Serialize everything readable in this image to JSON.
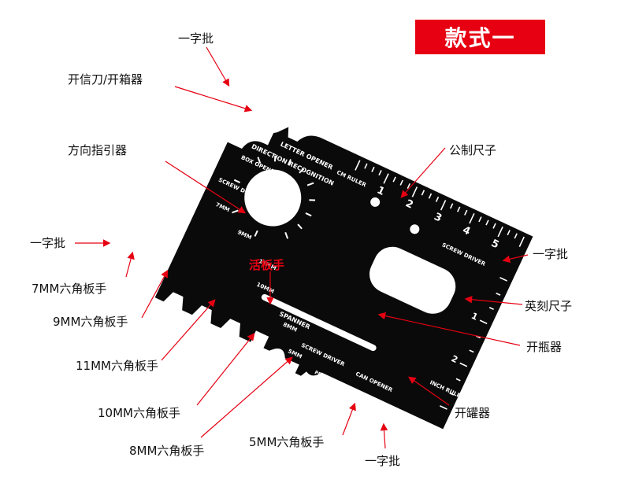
{
  "badge": "款式一",
  "colors": {
    "badge": "#e60012",
    "arrow": "#e60012",
    "tool": "#0a0a0a",
    "engraving": "#ffffff"
  },
  "callouts": {
    "screwdriver_top": "一字批",
    "letter_box_opener": "开信刀/开箱器",
    "direction": "方向指引器",
    "cm_ruler": "公制尺子",
    "screwdriver_left": "一字批",
    "screwdriver_right": "一字批",
    "spanner": "活板手",
    "inch_ruler": "英刻尺子",
    "wrench_7": "7MM六角板手",
    "wrench_9": "9MM六角板手",
    "bottle_opener": "开瓶器",
    "wrench_11": "11MM六角板手",
    "can_opener": "开罐器",
    "wrench_10": "10MM六角板手",
    "wrench_5": "5MM六角板手",
    "wrench_8": "8MM六角板手",
    "screwdriver_bottom": "一字批"
  },
  "engraving": {
    "letter_opener": "LETTER OPENER",
    "box_opener": "BOX OPENER",
    "direction": "DIRECTION RECOGNITION",
    "cm_ruler": "CM RULER",
    "screw_driver_top": "SCREW DRIVER",
    "screw_driver_left": "SCREW DRIVER",
    "mm7": "7MM",
    "mm9": "9MM",
    "mm11": "11MM",
    "mm10": "10MM",
    "mm8": "8MM",
    "mm5": "5MM",
    "spanner": "SPANNER",
    "inch_ruler": "INCH RULER",
    "can_opener": "CAN OPENER",
    "screw_driver_bottom": "SCREW DRIVER",
    "peeler": "PEELER",
    "cm_ticks": [
      "1",
      "2",
      "3",
      "4",
      "5"
    ],
    "inch_ticks": [
      "1",
      "2"
    ]
  }
}
